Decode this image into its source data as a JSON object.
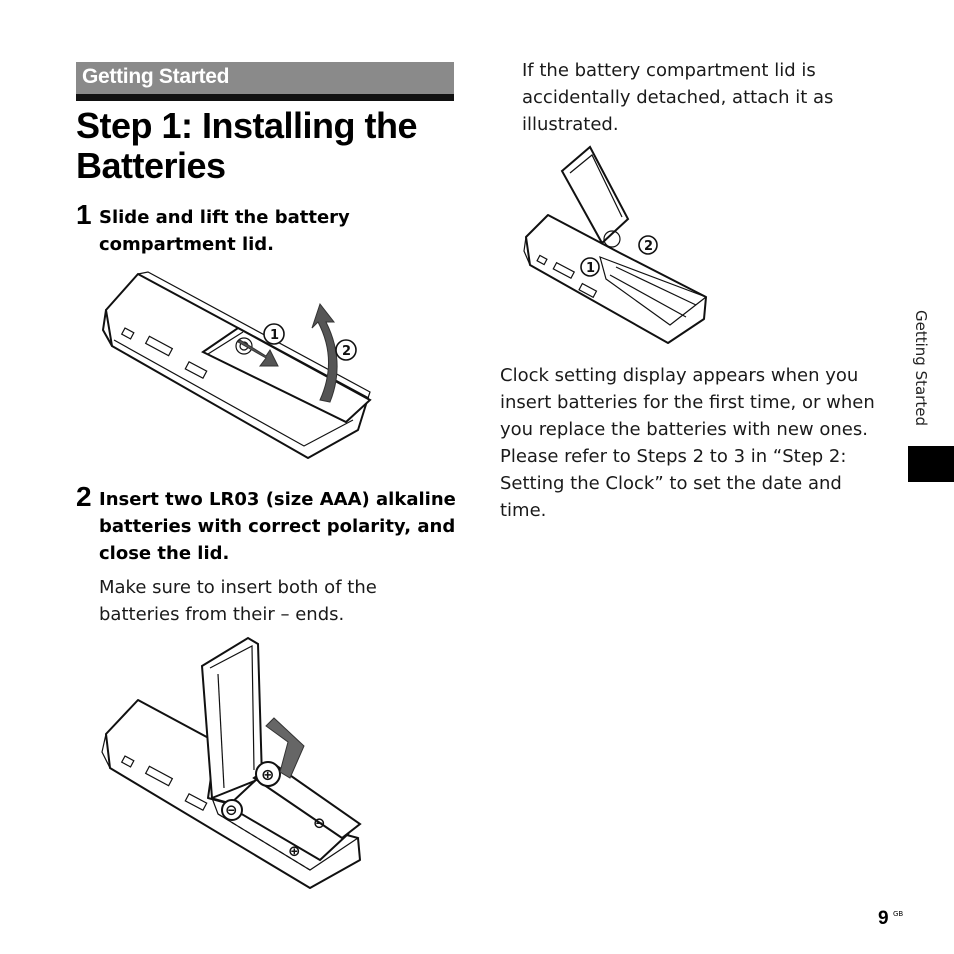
{
  "header": {
    "section_label": "Getting Started",
    "title_line1": "Step 1: Installing the",
    "title_line2": "Batteries"
  },
  "steps": [
    {
      "number": "1",
      "instruction_line1": "Slide and lift the battery",
      "instruction_line2": "compartment lid."
    },
    {
      "number": "2",
      "instruction_line1": "Insert two LR03 (size AAA) alkaline",
      "instruction_line2": "batteries with correct polarity, and",
      "instruction_line3": "close the lid.",
      "note_line1": "Make sure to insert both of the",
      "note_line2": "batteries from their – ends."
    }
  ],
  "right_column": {
    "detached_lid_line1": "If the battery compartment lid is",
    "detached_lid_line2": "accidentally detached, attach it as",
    "detached_lid_line3": "illustrated.",
    "clock_line1": "Clock setting display appears when you",
    "clock_line2": "insert batteries for the first time, or when",
    "clock_line3": "you replace the batteries with new ones.",
    "clock_line4": "Please refer to Steps 2 to 3 in “Step 2:",
    "clock_line5": "Setting the Clock” to set the date and time."
  },
  "callouts": {
    "one": "1",
    "two": "2"
  },
  "side_tab": {
    "label": "Getting Started"
  },
  "footer": {
    "page_number": "9",
    "page_suffix": "GB"
  }
}
